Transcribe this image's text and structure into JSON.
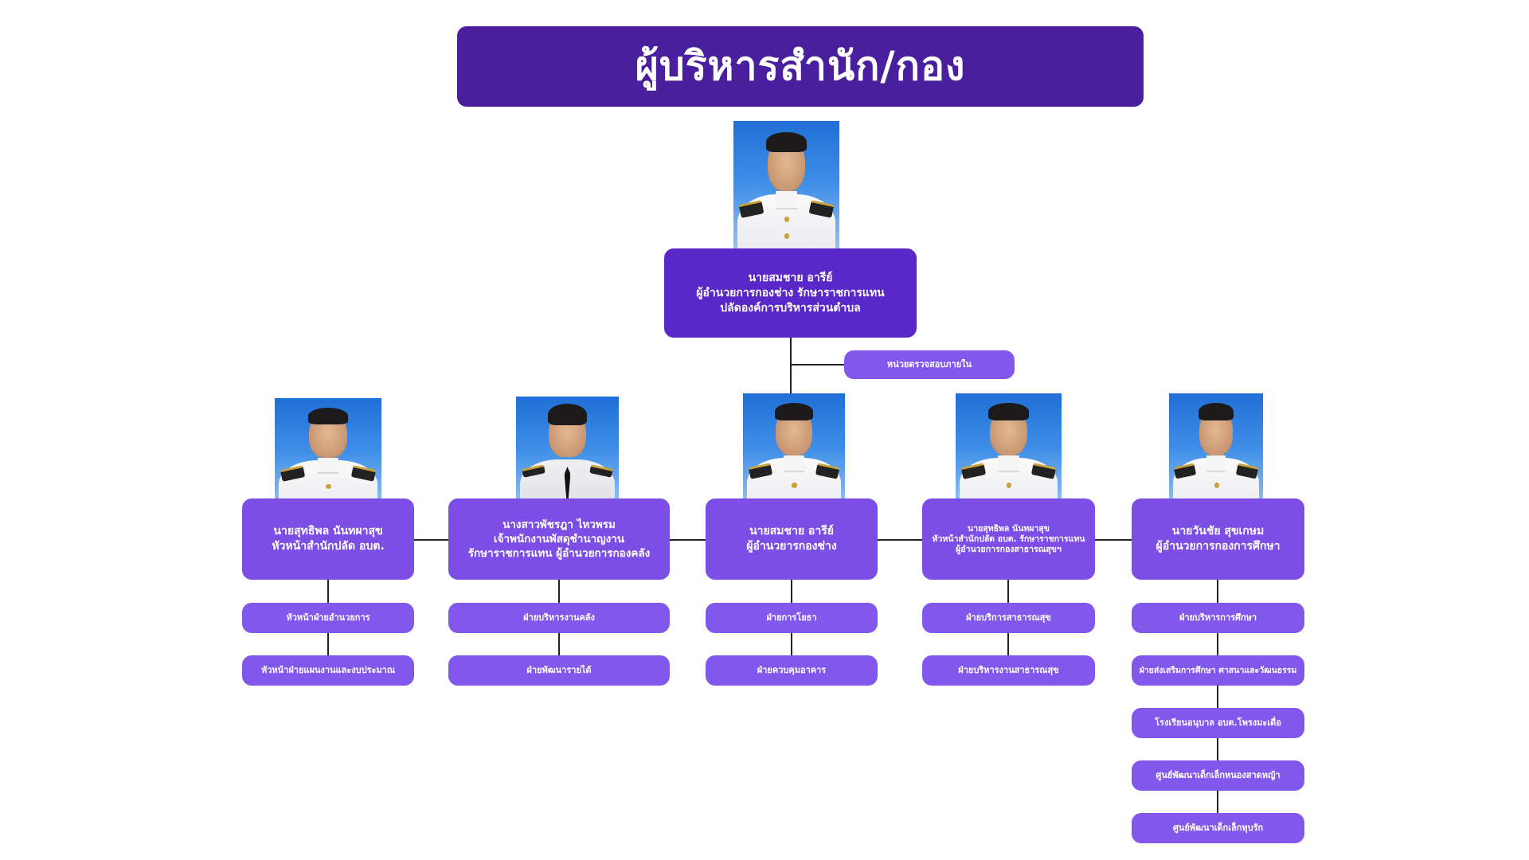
{
  "title": "ผู้บริหารสำนัก/กอง",
  "top": {
    "lines": [
      "นายสมชาย อารีย์",
      "ผู้อำนวยการกองช่าง รักษาราชการแทน",
      "ปลัดองค์การบริหารส่วนตำบล"
    ]
  },
  "audit_unit": "หน่วยตรวจสอบภายใน",
  "departments": [
    {
      "lines": [
        "นายสุทธิพล นันทผาสุข",
        "หัวหน้าสำนักปลัด อบต."
      ],
      "units": [
        "หัวหน้าฝ่ายอำนวยการ",
        "หัวหน้าฝ่ายแผนงานและงบประมาณ"
      ]
    },
    {
      "lines": [
        "นางสาวพัชรฎา ไหวพรม",
        "เจ้าพนักงานพัสดุชำนาญงาน",
        "รักษาราชการแทน ผู้อำนวยการกองคลัง"
      ],
      "units": [
        "ฝ่ายบริหารงานคลัง",
        "ฝ่ายพัฒนารายได้"
      ]
    },
    {
      "lines": [
        "นายสมชาย อารีย์",
        "ผู้อำนวยารกองช่าง"
      ],
      "units": [
        "ฝ่ายการโยธา",
        "ฝ่ายควบคุมอาคาร"
      ]
    },
    {
      "lines": [
        "นายสุทธิพล นันทผาสุข",
        "หัวหน้าสำนักปลัด อบต. รักษาราชการแทน",
        "ผู้อำนวยการกองสาธารณสุขฯ"
      ],
      "units": [
        "ฝ่ายบริการสาธารณสุข",
        "ฝ่ายบริหารงานสาธารณสุข"
      ]
    },
    {
      "lines": [
        "นายวันชัย สุขเกษม",
        "ผู้อำนวยการกองการศึกษา"
      ],
      "units": [
        "ฝ่ายบริหารการศึกษา",
        "ฝ่ายส่งเสริมการศึกษา ศาสนาและวัฒนธรรม",
        "โรงเรียนอนุบาล อบต.โพรงมะเดื่อ",
        "ศูนย์พัฒนาเด็กเล็กหนองสาดหญ้า",
        "ศูนย์พัฒนาเด็กเล็กหุบรัก"
      ]
    }
  ],
  "colors": {
    "title_bg": "#4a1f9e",
    "top_box": "#5a28c8",
    "head_box": "#7c4ee6",
    "unit_box": "#8157ec",
    "connector": "#222222"
  }
}
